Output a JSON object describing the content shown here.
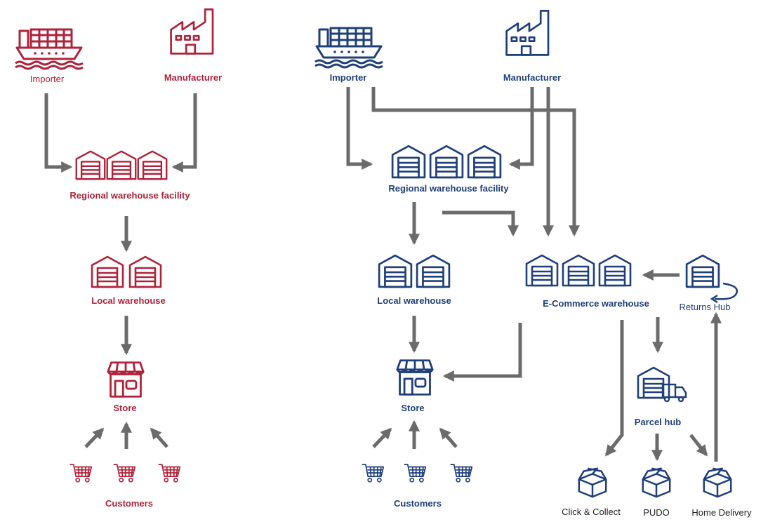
{
  "colors": {
    "traditional": "#b0223a",
    "omnichannel": "#1f3f7a",
    "arrow": "#6b6b6b",
    "label_dark": "#222222"
  },
  "left": {
    "importer": "Importer",
    "manufacturer": "Manufacturer",
    "regional_warehouse": "Regional warehouse facility",
    "local_warehouse": "Local warehouse",
    "store": "Store",
    "customers": "Customers"
  },
  "right": {
    "importer": "Importer",
    "manufacturer": "Manufacturer",
    "regional_warehouse": "Regional warehouse facility",
    "local_warehouse": "Local warehouse",
    "ecommerce_warehouse": "E-Commerce warehouse",
    "returns_hub": "Returns Hub",
    "store": "Store",
    "parcel_hub": "Parcel hub",
    "customers": "Customers",
    "click_collect": "Click & Collect",
    "pudo": "PUDO",
    "home_delivery": "Home Delivery"
  },
  "icons": {
    "ship": "cargo-ship-icon",
    "factory": "factory-icon",
    "warehouse": "warehouse-icon",
    "store": "store-icon",
    "cart": "shopping-cart-icon",
    "parcel_hub": "parcel-hub-icon",
    "returns_hub": "returns-hub-icon",
    "box": "parcel-box-icon"
  }
}
